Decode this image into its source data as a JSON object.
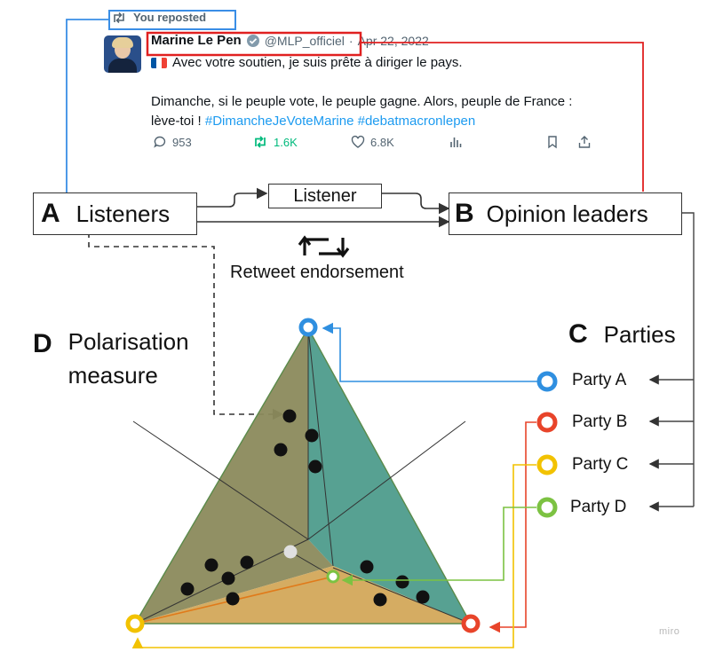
{
  "tweet": {
    "reposted_label": "You reposted",
    "author_name": "Marine Le Pen",
    "author_handle": "@MLP_officiel",
    "date": "Apr 22, 2022",
    "line1": "Avec votre soutien, je suis prête à diriger le pays.",
    "line2": "Dimanche, si le peuple vote, le peuple gagne. Alors, peuple de France :",
    "line3_plain": "lève-toi ! ",
    "hashtag1": "#DimancheJeVoteMarine",
    "hashtag2": "#debatmacronlepen",
    "replies": "953",
    "reposts": "1.6K",
    "likes": "6.8K"
  },
  "diagram": {
    "a_letter": "A",
    "a_label": "Listeners",
    "listener_box": "Listener",
    "b_letter": "B",
    "b_label": "Opinion leaders",
    "retweet_label": "Retweet endorsement",
    "c_letter": "C",
    "c_label": "Parties",
    "d_letter": "D",
    "d_label_line1": "Polarisation",
    "d_label_line2": "measure",
    "parties": [
      "Party A",
      "Party B",
      "Party C",
      "Party D"
    ],
    "watermark": "miro"
  },
  "colors": {
    "party_a": "#2f8fe0",
    "party_b": "#e8442a",
    "party_c": "#f2c200",
    "party_d": "#7cc242",
    "repost_highlight": "#3a8ee6",
    "author_highlight": "#e02020",
    "region_left": "#8b8a5c",
    "region_right": "#4e9c8c",
    "region_bottom": "#d3a85a"
  }
}
